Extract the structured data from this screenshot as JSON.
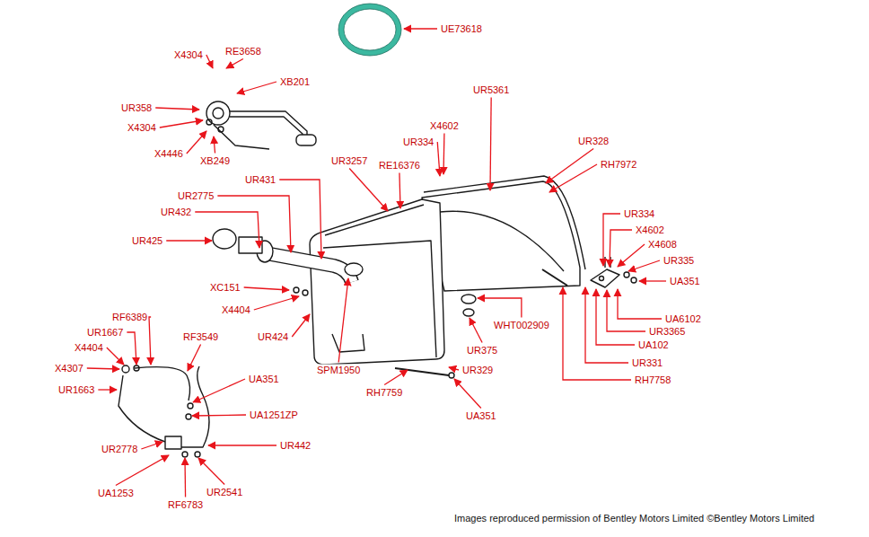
{
  "diagram": {
    "labels": [
      "UE73618",
      "X4304",
      "RE3658",
      "XB201",
      "UR358",
      "X4304",
      "X4446",
      "XB249",
      "UR5361",
      "X4602",
      "UR334",
      "UR328",
      "RH7972",
      "UR3257",
      "RE16376",
      "UR431",
      "UR2775",
      "UR432",
      "UR425",
      "XC151",
      "X4404",
      "UR424",
      "SPM1950",
      "UR334",
      "X4602",
      "X4608",
      "UR335",
      "UA351",
      "UA6102",
      "UR3365",
      "UA102",
      "UR331",
      "RH7758",
      "WHT002909",
      "UR375",
      "UR329",
      "RH7759",
      "UA351",
      "RF6389",
      "UR1667",
      "X4404",
      "RF3549",
      "X4307",
      "UR1663",
      "UA351",
      "UA1251ZP",
      "UR442",
      "UR2778",
      "UA1253",
      "UR2541",
      "RF6783",
      "Images reproduced permission of Bentley Motors Limited ©Bentley Motors Limited"
    ]
  }
}
